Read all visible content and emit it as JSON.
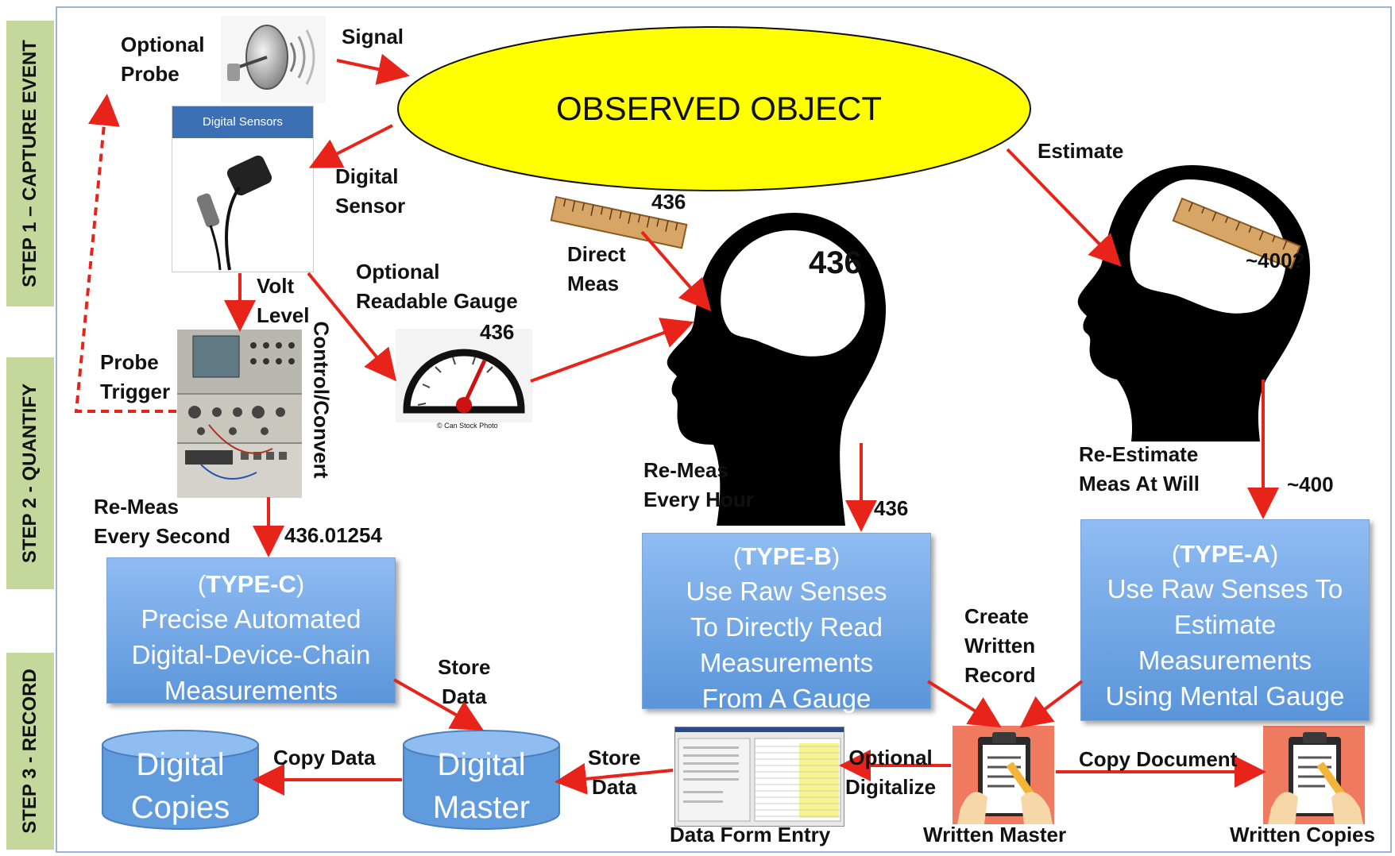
{
  "steps": {
    "capture": "STEP 1 – CAPTURE EVENT",
    "quantify": "STEP 2 - QUANTIFY",
    "record": "STEP 3 - RECORD"
  },
  "object": {
    "label": "OBSERVED OBJECT"
  },
  "labels": {
    "optional_probe": "Optional\nProbe",
    "signal": "Signal",
    "digital_sensor": "Digital\nSensor",
    "volt_level": "Volt\nLevel",
    "probe_trigger": "Probe\nTrigger",
    "control_convert": "Control/Convert",
    "optional_gauge": "Optional\nReadable Gauge",
    "direct_meas": "Direct\nMeas",
    "estimate": "Estimate",
    "re_meas_second": "Re-Meas\nEvery Second",
    "re_meas_hour": "Re-Meas\nEvery Hour",
    "re_estimate": "Re-Estimate\nMeas At Will",
    "create_written_record": "Create\nWritten\nRecord",
    "store_data_top": "Store\nData",
    "store_data_bottom": "Store\nData",
    "copy_data": "Copy Data",
    "optional_digitalize": "Optional\nDigitalize",
    "copy_document": "Copy Document"
  },
  "values": {
    "ruler_value": "436",
    "head_value": "436",
    "gauge_value": "436",
    "device_value": "436.01254",
    "type_b_value": "436",
    "head_estimate": "~400?",
    "type_a_value": "~400"
  },
  "sensor_card": {
    "title": "Digital Sensors"
  },
  "gauge_credit": "© Can Stock Photo",
  "boxes": {
    "type_c": {
      "type": "TYPE-C",
      "lines": [
        "Precise Automated",
        "Digital-Device-Chain",
        "Measurements"
      ]
    },
    "type_b": {
      "type": "TYPE-B",
      "lines": [
        "Use Raw Senses",
        "To Directly Read",
        "Measurements",
        "From A Gauge"
      ]
    },
    "type_a": {
      "type": "TYPE-A",
      "lines": [
        "Use Raw Senses To",
        "Estimate",
        "Measurements",
        "Using Mental Gauge"
      ]
    }
  },
  "databases": {
    "copies": {
      "line1": "Digital",
      "line2": "Copies"
    },
    "master": {
      "line1": "Digital",
      "line2": "Master"
    }
  },
  "captions": {
    "data_form_entry": "Data Form Entry",
    "written_master": "Written Master",
    "written_copies": "Written Copies"
  },
  "colors": {
    "arrow": "#e8231a",
    "ellipse_fill": "#ffff00",
    "box_top": "#8fbcf2",
    "box_bottom": "#5a95da",
    "step_band": "#c5d89b",
    "clipboard_bg": "#ef7a60"
  }
}
